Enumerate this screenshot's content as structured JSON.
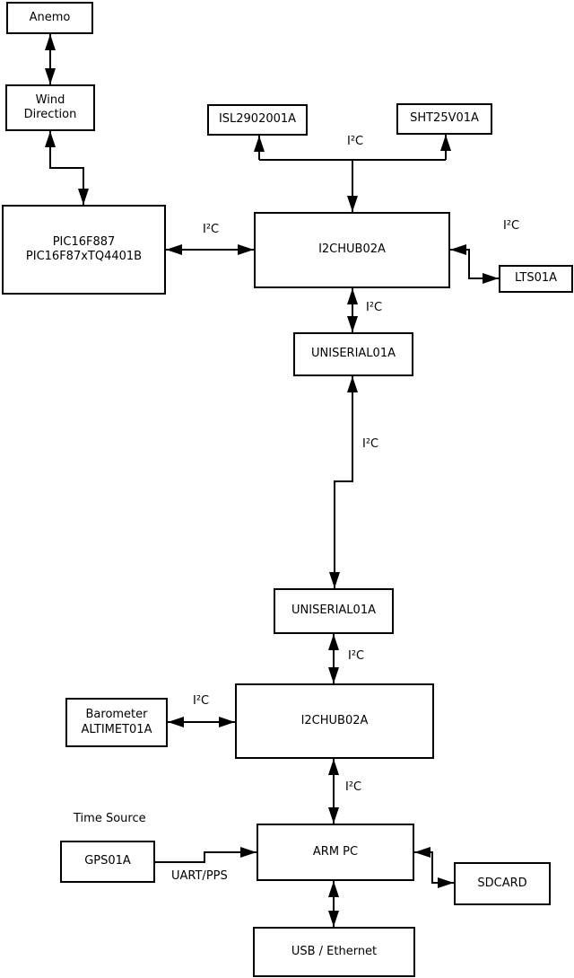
{
  "diagram": {
    "background_color": "#ffffff",
    "line_color": "#000000",
    "nodes": {
      "anemo": {
        "label": "Anemo"
      },
      "wind_direction": {
        "label": "Wind\nDirection"
      },
      "pic": {
        "label": "PIC16F887\nPIC16F87xTQ4401B"
      },
      "isl": {
        "label": "ISL2902001A"
      },
      "sht": {
        "label": "SHT25V01A"
      },
      "hub1": {
        "label": "I2CHUB02A"
      },
      "lts": {
        "label": "LTS01A"
      },
      "uniserial1": {
        "label": "UNISERIAL01A"
      },
      "uniserial2": {
        "label": "UNISERIAL01A"
      },
      "hub2": {
        "label": "I2CHUB02A"
      },
      "barometer": {
        "label": "Barometer\nALTIMET01A"
      },
      "gps": {
        "label": "GPS01A"
      },
      "armpc": {
        "label": "ARM PC"
      },
      "sdcard": {
        "label": "SDCARD"
      },
      "usb": {
        "label": "USB / Ethernet"
      }
    },
    "edge_labels": {
      "i2c_sensors": "I²C",
      "i2c_pic_hub1": "I²C",
      "i2c_hub1_lts": "I²C",
      "i2c_hub1_uniserial1": "I²C",
      "i2c_uniserial1_uniserial2": "I²C",
      "i2c_uniserial2_hub2": "I²C",
      "i2c_barometer_hub2": "I²C",
      "i2c_hub2_armpc": "I²C",
      "uart_pps": "UART/PPS"
    },
    "annotations": {
      "time_source": "Time Source"
    }
  }
}
